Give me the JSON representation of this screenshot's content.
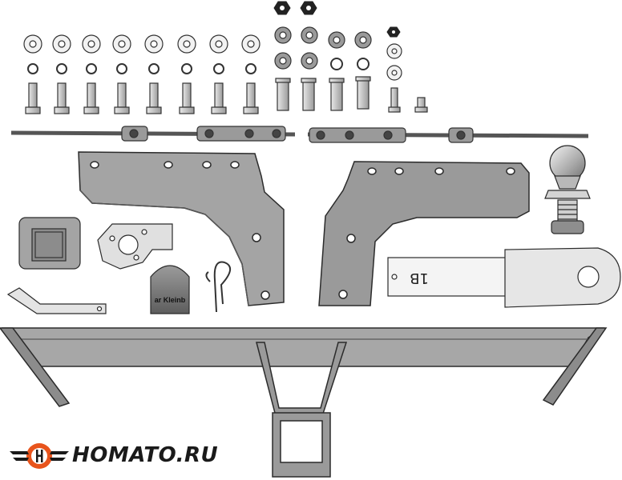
{
  "brand": {
    "name": "HOMATO.RU",
    "accent": "#e8541c",
    "dark": "#1a1a1a"
  },
  "parts": {
    "insert_marking": "1B",
    "cap_label": "ar Kleinb"
  },
  "colors": {
    "metal_dark": "#8a8a8a",
    "metal_mid": "#a4a4a4",
    "metal_light": "#d9d9d9",
    "outline": "#2b2b2b",
    "white": "#f2f2f2"
  }
}
